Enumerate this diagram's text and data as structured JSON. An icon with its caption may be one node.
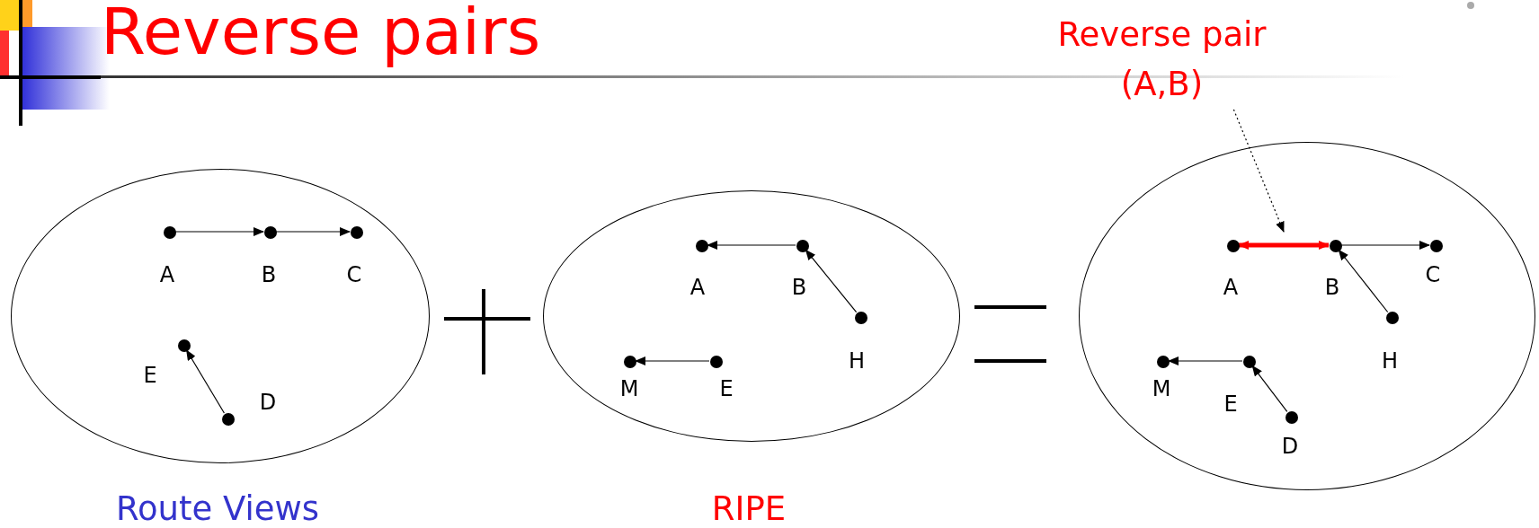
{
  "diagram": {
    "title": "Reverse pairs",
    "nodes": [
      {
        "text": [],
        "shape": "ellipse",
        "beside": [
          "Route Views"
        ]
      },
      {
        "text": [],
        "shape": "circle",
        "beside": [
          "A"
        ],
        "in": 0
      },
      {
        "text": [],
        "shape": "circle",
        "beside": [
          "B"
        ],
        "in": 0
      },
      {
        "text": [],
        "shape": "circle",
        "beside": [
          "C"
        ],
        "in": 0
      },
      {
        "text": [],
        "shape": "circle",
        "beside": [
          "E"
        ],
        "in": 0
      },
      {
        "text": [],
        "shape": "circle",
        "beside": [
          "D"
        ],
        "in": 0
      },
      {
        "text": [],
        "shape": "ellipse",
        "beside": [
          "RIPE"
        ]
      },
      {
        "text": [],
        "shape": "circle",
        "beside": [
          "A"
        ],
        "in": 6
      },
      {
        "text": [],
        "shape": "circle",
        "beside": [
          "B"
        ],
        "in": 6
      },
      {
        "text": [],
        "shape": "circle",
        "beside": [
          "H"
        ],
        "in": 6
      },
      {
        "text": [],
        "shape": "circle",
        "beside": [
          "M"
        ],
        "in": 6
      },
      {
        "text": [],
        "shape": "circle",
        "beside": [
          "E"
        ],
        "in": 6
      },
      {
        "text": [],
        "shape": "ellipse"
      },
      {
        "text": [],
        "shape": "circle",
        "beside": [
          "A"
        ],
        "in": 12
      },
      {
        "text": [],
        "shape": "circle",
        "beside": [
          "B"
        ],
        "in": 12
      },
      {
        "text": [],
        "shape": "circle",
        "beside": [
          "C"
        ],
        "in": 12
      },
      {
        "text": [],
        "shape": "circle",
        "beside": [
          "H"
        ],
        "in": 12
      },
      {
        "text": [],
        "shape": "circle",
        "beside": [
          "M"
        ],
        "in": 12
      },
      {
        "text": [],
        "shape": "circle",
        "beside": [
          "E"
        ],
        "in": 12
      },
      {
        "text": [],
        "shape": "circle",
        "beside": [
          "D"
        ],
        "in": 12
      },
      {
        "text": [
          "Reverse pair (A,B)"
        ]
      }
    ],
    "edges": [
      {
        "from": 1,
        "to": 2,
        "arrow": "to"
      },
      {
        "from": 2,
        "to": 3,
        "arrow": "to"
      },
      {
        "from": 5,
        "to": 4,
        "arrow": "to"
      },
      {
        "from": 8,
        "to": 7,
        "arrow": "to"
      },
      {
        "from": 9,
        "to": 8,
        "arrow": "to"
      },
      {
        "from": 11,
        "to": 10,
        "arrow": "to"
      },
      {
        "from": 13,
        "to": 14,
        "arrow": "both",
        "style": "thick",
        "color": "#ff0000"
      },
      {
        "from": 14,
        "to": 15,
        "arrow": "to"
      },
      {
        "from": 16,
        "to": 14,
        "arrow": "to"
      },
      {
        "from": 18,
        "to": 17,
        "arrow": "to"
      },
      {
        "from": 19,
        "to": 18,
        "arrow": "to"
      },
      {
        "from": 20,
        "to": null,
        "arrow": "to",
        "style": "dashed"
      }
    ]
  }
}
